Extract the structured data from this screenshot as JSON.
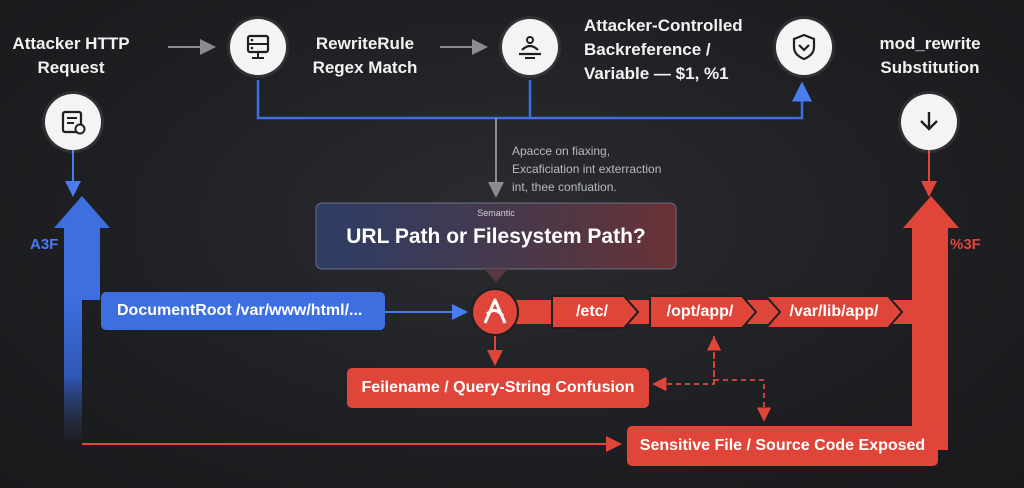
{
  "nodes": {
    "attacker_request": "Attacker HTTP\nRequest",
    "rewrite_rule": "RewriteRule\nRegex Match",
    "backreference": "Attacker-Controlled\nBackreference /\nVariable — $1, %1",
    "substitution": "mod_rewrite\nSubstitution"
  },
  "note": "Apacce on fiaxing,\nExcaficiation int exterraction\nint, thee confuation.",
  "semantic_box": {
    "small_label": "Semantic",
    "title": "URL Path or Filesystem Path?"
  },
  "side_labels": {
    "left": "A3F",
    "right": "%3F"
  },
  "docroot": "DocumentRoot /var/www/html/...",
  "paths": [
    "/etc/",
    "/opt/app/",
    "/var/lib/app/"
  ],
  "confusion": "Feilename / Query-String Confusion",
  "exposed": "Sensitive File / Source Code Exposed",
  "colors": {
    "blue": "#3d6fe0",
    "red": "#e0453a",
    "gray": "#8a8c90"
  },
  "icons": [
    "server-icon",
    "document-icon",
    "cloud-signal-icon",
    "shield-icon",
    "chevron-down-icon",
    "apache-icon"
  ]
}
